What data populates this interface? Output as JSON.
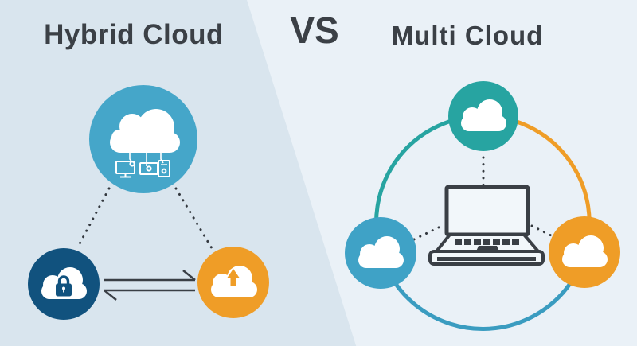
{
  "header": {
    "hybrid_title": "Hybrid Cloud",
    "vs_label": "VS",
    "multi_title": "Multi Cloud"
  },
  "colors": {
    "bg_left": "#d9e5ee",
    "bg_right": "#eaf1f7",
    "title_ink": "#3b4046",
    "hybrid_main_circle": "#45a6c9",
    "hybrid_private_circle": "#11527e",
    "hybrid_public_circle": "#ef9d27",
    "multi_teal_circle": "#27a4a1",
    "multi_blue_circle": "#3fa2c6",
    "multi_orange_circle": "#ef9d27",
    "ring_bottom_arc": "#3a9cc0",
    "line_ink": "#33383e"
  },
  "hybrid_diagram": {
    "icons": [
      "cloud-with-connected-devices-icon",
      "locked-private-cloud-icon",
      "upload-public-cloud-icon",
      "two-way-exchange-arrows-icon",
      "dotted-connector-lines"
    ]
  },
  "multi_diagram": {
    "icons": [
      "teal-cloud-icon",
      "blue-cloud-icon",
      "orange-cloud-icon",
      "laptop-icon",
      "colored-ring-arcs",
      "dotted-connector-lines"
    ]
  }
}
